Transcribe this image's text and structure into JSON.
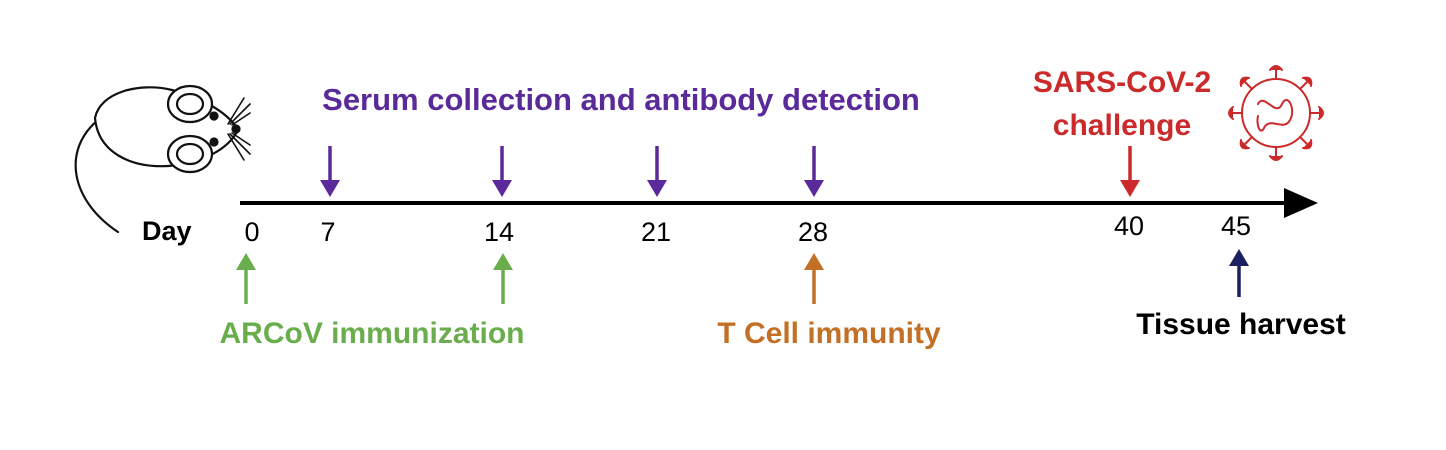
{
  "timeline": {
    "axis_label": "Day",
    "days": [
      "0",
      "7",
      "14",
      "21",
      "28",
      "40",
      "45"
    ]
  },
  "serum": {
    "label": "Serum collection and antibody detection",
    "color": "#5b2a9a"
  },
  "immunization": {
    "label": "ARCoV immunization",
    "color": "#6aad4d"
  },
  "tcell": {
    "label": "T Cell immunity",
    "color": "#c46f26"
  },
  "challenge": {
    "label_line1": "SARS-CoV-2",
    "label_line2": "challenge",
    "color": "#cc2a2a"
  },
  "harvest": {
    "label": "Tissue harvest",
    "color": "#1a2060"
  },
  "icons": {
    "left": "mouse-icon",
    "right": "virus-icon"
  }
}
